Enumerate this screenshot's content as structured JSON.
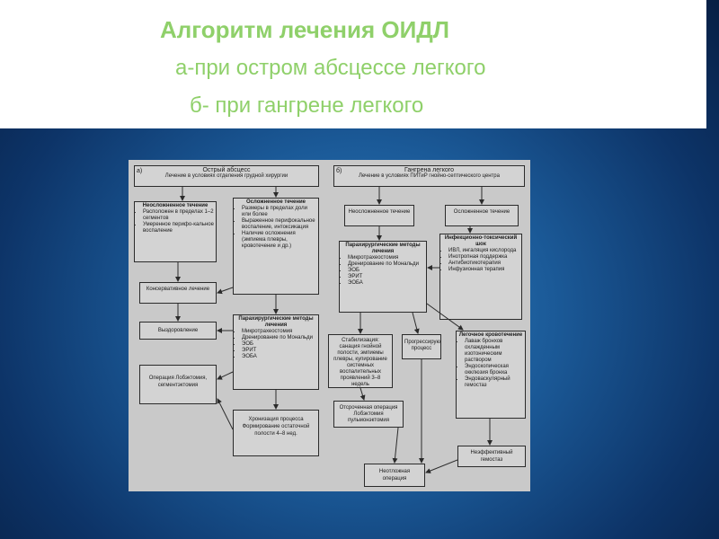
{
  "slide": {
    "title": "Алгоритм лечения ОИДЛ",
    "subtitle_a": "а-при остром абсцессе легкого",
    "subtitle_b": "б- при гангрене легкого"
  },
  "diagram": {
    "a": {
      "label": "а)",
      "header_title": "Острый абсцесс",
      "header_note": "Лечение в условиях отделения грудной хирургии",
      "uncomplicated_title": "Неосложненное течение",
      "uncomplicated_items": [
        "Расположен в пределах 1–2 сегментов",
        "Умеренное перифо-кальное воспаление"
      ],
      "complicated_title": "Осложненное течение",
      "complicated_items": [
        "Размеры в пределах доли или более",
        "Выраженное перифокальное воспаление, интоксикация",
        "Наличие осложнения (эмпиема плевры, кровотечение и др.)"
      ],
      "conservative": "Консервативное лечение",
      "recovery": "Выздоровление",
      "parasurgical_title": "Парахирургические методы лечения",
      "parasurgical_items": [
        "Микротрахеостомия",
        "Дренирование по Мональди",
        "ЭОБ",
        "ЭРИТ",
        "ЭОБА"
      ],
      "operation": "Операция Лобэктомия, сегментэктомия",
      "chronic": "Хронизация процесса Формирование остаточной полости 4–8 нед."
    },
    "b": {
      "label": "б)",
      "header_title": "Гангрена легкого",
      "header_note": "Лечение в условиях ПИТиР гнойно-септического центра",
      "uncomplicated": "Неосложненное течение",
      "complicated": "Осложненное течение",
      "parasurgical_title": "Парахирургические методы лечения",
      "parasurgical_items": [
        "Микротрахеостомия",
        "Дренирование по Мональди",
        "ЭОБ",
        "ЭРИТ",
        "ЭОБА"
      ],
      "shock_title": "Инфекционно-токсический шок",
      "shock_items": [
        "ИВЛ, ингаляция кислорода",
        "Инотропная поддержка",
        "Антибиотикотерапия",
        "Инфузионная терапия"
      ],
      "stabilization": "Стабилизация: санация гнойной полости, эмпиемы плевры, купирование системных воспалительных проявлений 3–8 недель",
      "progressing": "Прогрессирующий процесс",
      "bleeding_title": "Легочное кровотечение",
      "bleeding_items": [
        "Лаваж бронхов охлажденным изотоническим раствором",
        "Эндоскопическая окклюзия бронха",
        "Эндоваскулярный гемостаз"
      ],
      "delayed_op": "Отсроченная операция Лобэктомия пульмонэктомия",
      "ineffective": "Неэффективный гемостаз",
      "urgent_op": "Неотложная операция"
    }
  }
}
